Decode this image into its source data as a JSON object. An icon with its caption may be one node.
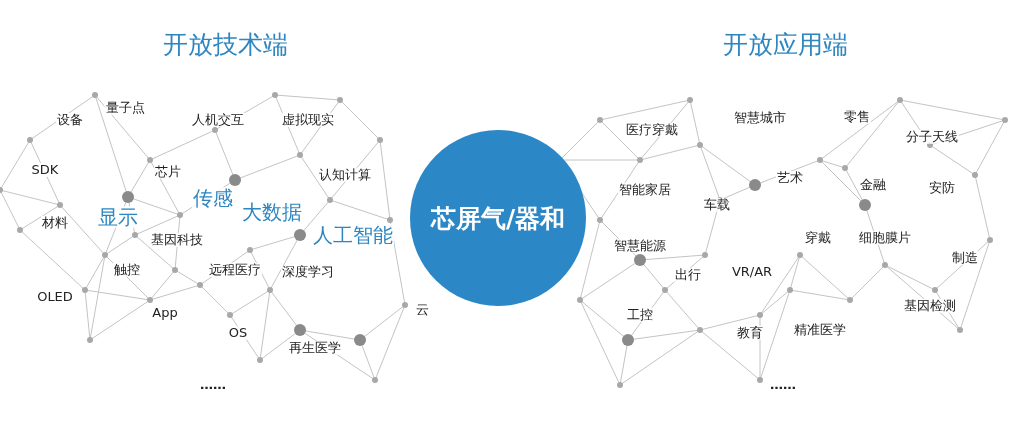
{
  "diagram": {
    "nodes": [
      {
        "text": [
          "芯屏气/器和"
        ]
      }
    ],
    "edges": [],
    "labels": [
      "开放技术端",
      "开放应用端",
      "设备",
      "量子点",
      "人机交互",
      "虚拟现实",
      "SDK",
      "芯片",
      "认知计算",
      "传感",
      "显示",
      "大数据",
      "材料",
      "基因科技",
      "人工智能",
      "触控",
      "远程医疗",
      "深度学习",
      "OLED",
      "App",
      "云",
      "OS",
      "再生医学",
      "……",
      "医疗穿戴",
      "智慧城市",
      "零售",
      "分子天线",
      "艺术",
      "智能家居",
      "金融",
      "安防",
      "车载",
      "穿戴",
      "细胞膜片",
      "制造",
      "智慧能源",
      "出行",
      "VR/AR",
      "基因检测",
      "工控",
      "教育",
      "精准医学",
      "……"
    ]
  }
}
